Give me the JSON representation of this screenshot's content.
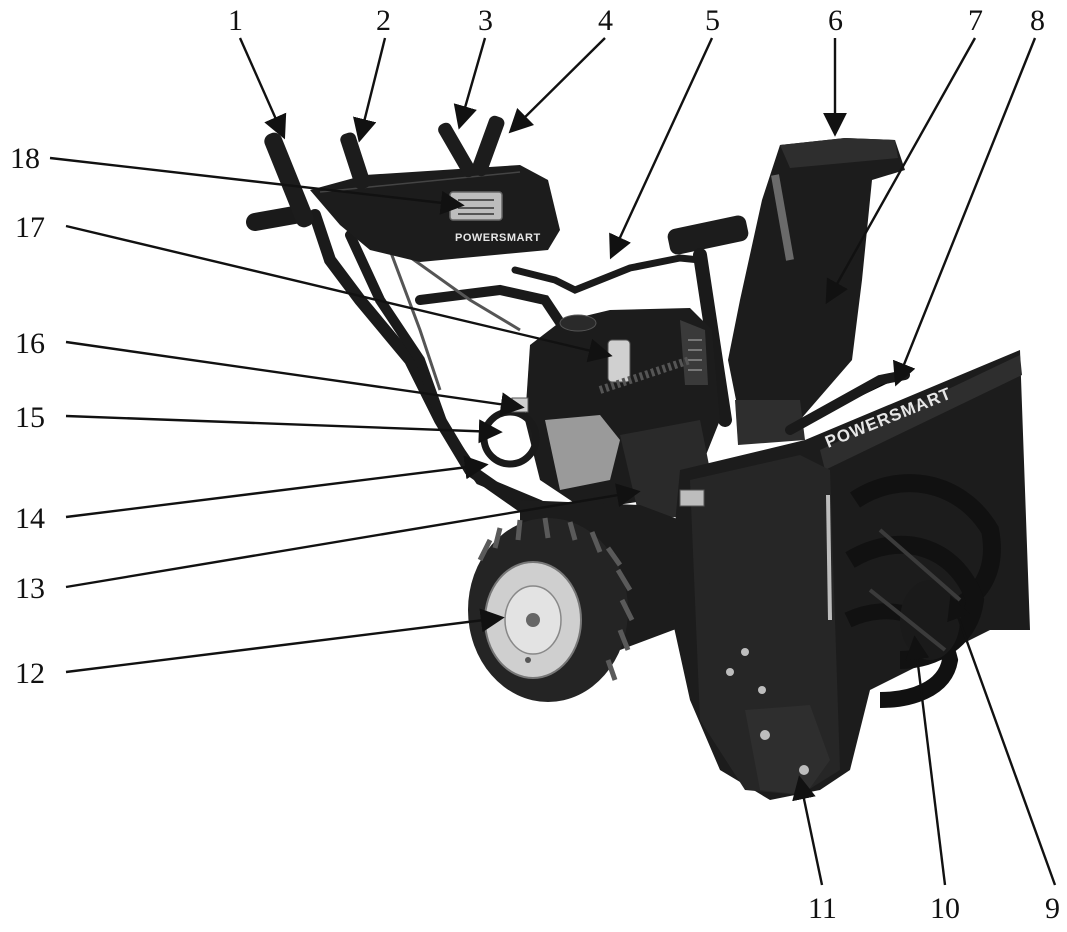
{
  "brand": {
    "console_logo": "POWERSMART",
    "housing_logo": "POWERSMART"
  },
  "callouts": [
    {
      "number": "1"
    },
    {
      "number": "2"
    },
    {
      "number": "3"
    },
    {
      "number": "4"
    },
    {
      "number": "5"
    },
    {
      "number": "6"
    },
    {
      "number": "7"
    },
    {
      "number": "8"
    },
    {
      "number": "9"
    },
    {
      "number": "10"
    },
    {
      "number": "11"
    },
    {
      "number": "12"
    },
    {
      "number": "13"
    },
    {
      "number": "14"
    },
    {
      "number": "15"
    },
    {
      "number": "16"
    },
    {
      "number": "17"
    },
    {
      "number": "18"
    }
  ]
}
